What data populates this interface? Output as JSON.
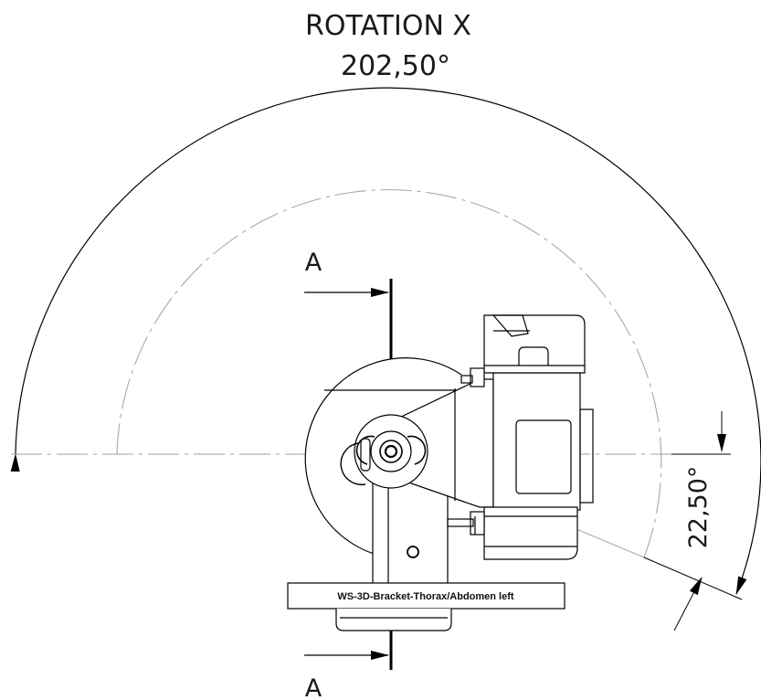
{
  "drawing": {
    "rotation_label": "ROTATION X",
    "rotation_angle": "202,50°",
    "offset_angle": "22,50°",
    "section_top_letter": "A",
    "section_bottom_letter": "A",
    "part_label": "WS-3D-Bracket-Thorax/Abdomen left"
  }
}
